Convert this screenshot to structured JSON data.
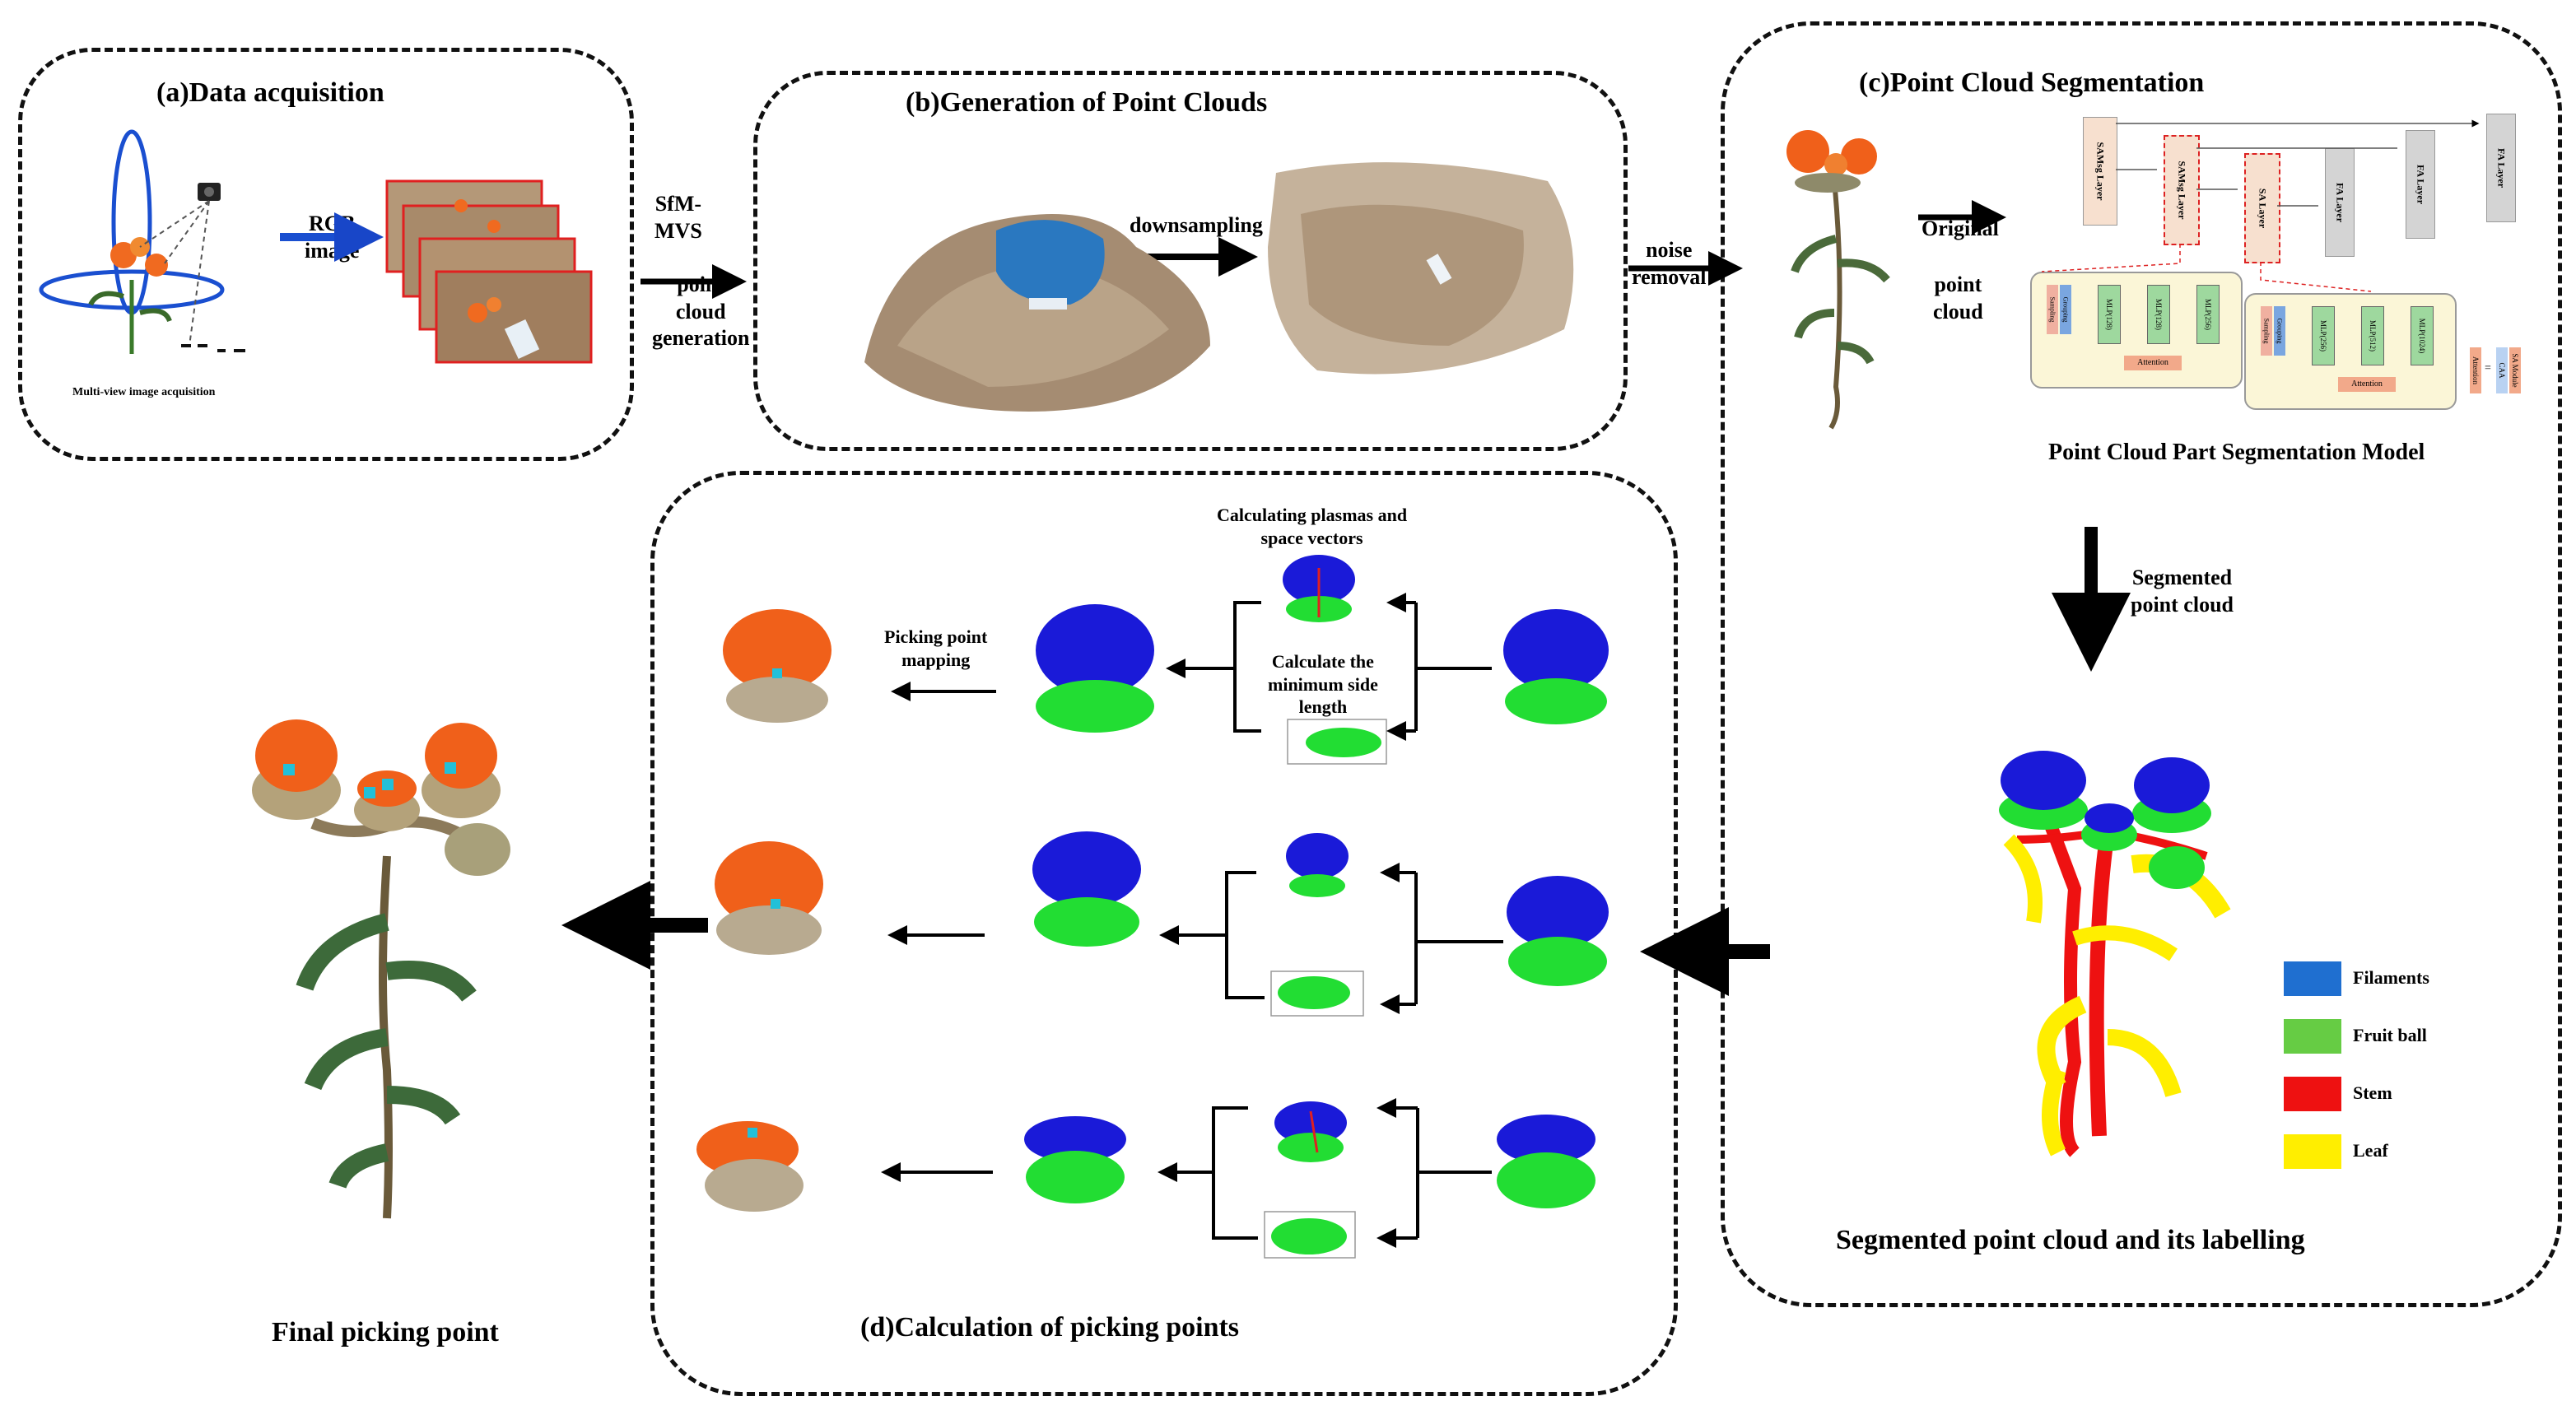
{
  "panels": {
    "a": {
      "title": "(a)Data acquisition",
      "rgb_label": "RGB\nimage",
      "caption": "Multi-view image acquisition"
    },
    "b": {
      "title": "(b)Generation of Point Clouds",
      "downsampling": "downsampling"
    },
    "c": {
      "title": "(c)Point Cloud Segmentation",
      "original": "Original",
      "point_cloud": "point\ncloud",
      "model_title": "Point Cloud Part Segmentation Model",
      "segmented": "Segmented\npoint cloud",
      "segmented_caption": "Segmented point cloud and its labelling"
    },
    "d": {
      "title": "(d)Calculation of picking points",
      "plasma": "Calculating plasmas and\nspace vectors",
      "min_side": "Calculate the\nminimum side\nlength",
      "mapping": "Picking point\nmapping"
    }
  },
  "arrows": {
    "sfm": "SfM-\nMVS",
    "generation": "point\ncloud\ngeneration",
    "noise": "noise\nremoval"
  },
  "final": "Final picking point",
  "model": {
    "layers": [
      "SAMsg Layer",
      "SAMsg Layer",
      "SA Layer",
      "FA Layer",
      "FA Layer",
      "FA Layer"
    ],
    "block1": [
      "Sampling",
      "Grouping",
      "MLP(128)",
      "MLP(128)",
      "MLP(256)"
    ],
    "block2": [
      "Sampling",
      "Grouping",
      "MLP(256)",
      "MLP(512)",
      "MLP(1024)"
    ],
    "attention": "Attention",
    "legend_small": [
      "Attention",
      "=",
      "CAA",
      "SA Module"
    ]
  },
  "legend": [
    {
      "label": "Filaments",
      "color": "#1f6fd0"
    },
    {
      "label": "Fruit ball",
      "color": "#66cc44"
    },
    {
      "label": "Stem",
      "color": "#ee1111"
    },
    {
      "label": "Leaf",
      "color": "#ffee00"
    }
  ],
  "colors": {
    "filament": "#1a1ad8",
    "fruit": "#22dd33",
    "flower": "#f0601a",
    "ground": "#a89070"
  }
}
